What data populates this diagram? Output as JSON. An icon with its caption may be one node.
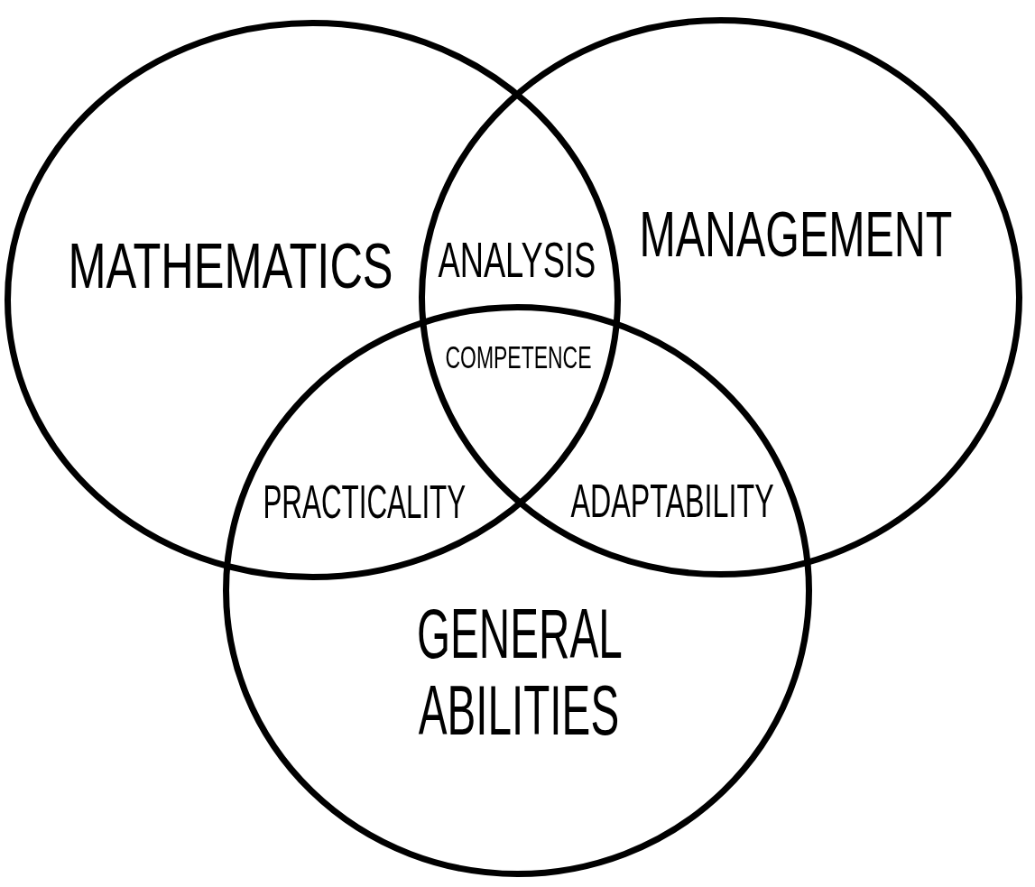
{
  "diagram": {
    "nodes": [
      {
        "text": [
          "MATHEMATICS"
        ]
      },
      {
        "text": [
          "MANAGEMENT"
        ]
      },
      {
        "text": [
          "GENERAL ABILITIES"
        ]
      }
    ],
    "labels": [
      "ANALYSIS",
      "COMPETENCE",
      "PRACTICALITY",
      "ADAPTABILITY"
    ]
  }
}
